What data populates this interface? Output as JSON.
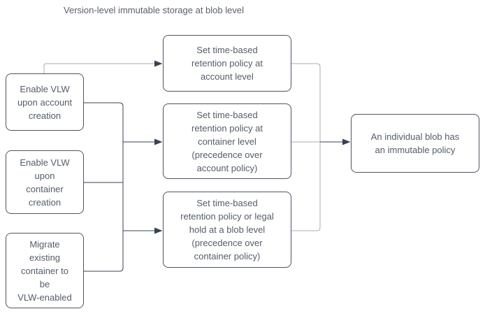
{
  "title": "Version-level immutable storage at blob level",
  "colors": {
    "background": "#FFFFFF",
    "node_fill": "#FFFFFF",
    "node_border": "#4D5662",
    "node_text": "#545C6A",
    "edge_light": "#A8ACB0",
    "edge_dark": "#3A4250"
  },
  "nodes": {
    "enable_vlw_account": {
      "lines": [
        "Enable VLW",
        "upon account",
        "creation"
      ]
    },
    "enable_vlw_container": {
      "lines": [
        "Enable VLW",
        "upon",
        "container",
        "creation"
      ]
    },
    "migrate_existing": {
      "lines": [
        "Migrate",
        "existing",
        "container to",
        "be",
        "VLW-enabled"
      ]
    },
    "retention_account": {
      "lines": [
        "Set time-based",
        "retention policy at",
        "account level"
      ]
    },
    "retention_container": {
      "lines": [
        "Set time-based",
        "retention policy at",
        "container level",
        "(precedence over",
        "account policy)"
      ]
    },
    "retention_blob": {
      "lines": [
        "Set time-based",
        "retention policy or legal",
        "hold at a blob level",
        "(precedence over",
        "container policy)"
      ]
    },
    "result": {
      "lines": [
        "An individual blob has",
        "an immutable policy"
      ]
    }
  },
  "edges": [
    {
      "from": "enable_vlw_account",
      "to": "retention_account"
    },
    {
      "from": "enable_vlw_account",
      "to": "left_junction_bus"
    },
    {
      "from": "enable_vlw_container",
      "to": "left_junction_bus"
    },
    {
      "from": "migrate_existing",
      "to": "left_junction_bus"
    },
    {
      "from": "left_junction_bus",
      "to": "retention_container"
    },
    {
      "from": "left_junction_bus",
      "to": "retention_blob"
    },
    {
      "from": "retention_account",
      "to": "right_junction_bus"
    },
    {
      "from": "retention_container",
      "to": "right_junction_bus"
    },
    {
      "from": "retention_blob",
      "to": "right_junction_bus"
    },
    {
      "from": "right_junction_bus",
      "to": "result"
    }
  ]
}
